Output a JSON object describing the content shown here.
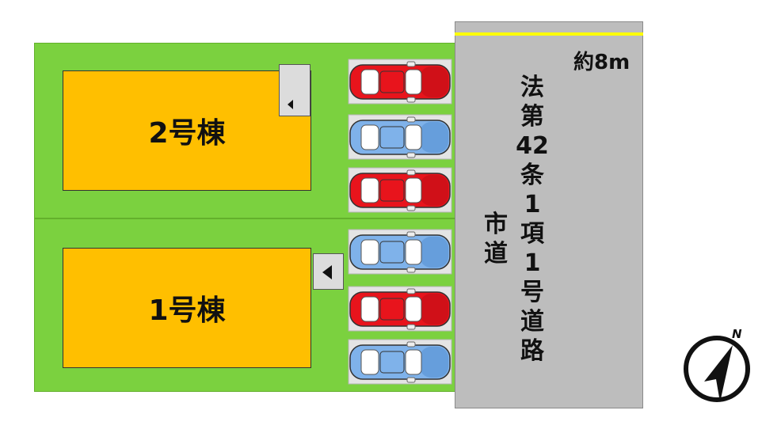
{
  "buildings": [
    {
      "label": "2号棟"
    },
    {
      "label": "1号棟"
    }
  ],
  "road": {
    "name_chars": [
      "法",
      "第",
      "42",
      "条",
      "1",
      "項",
      "1",
      "号",
      "道",
      "路"
    ],
    "type_chars": [
      "市",
      "道"
    ],
    "width_label": "約8m"
  },
  "parking": [
    {
      "color": "red"
    },
    {
      "color": "blue"
    },
    {
      "color": "red"
    },
    {
      "color": "blue"
    },
    {
      "color": "red"
    },
    {
      "color": "blue"
    }
  ],
  "colors": {
    "lot": "#7bd13f",
    "building": "#ffbf00",
    "road": "#bdbdbd",
    "road_edge": "#ffff00",
    "car_red": "#e8141c",
    "car_blue": "#7fb2ea"
  },
  "icons": {
    "compass": "north-arrow-icon",
    "entrance": "entrance-arrow-icon"
  }
}
